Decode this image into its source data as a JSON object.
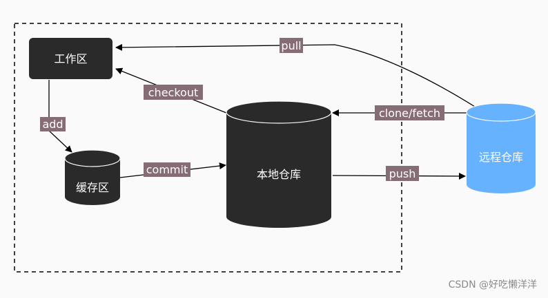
{
  "nodes": {
    "workspace": "工作区",
    "staging": "缓存区",
    "local_repo": "本地仓库",
    "remote_repo": "远程仓库"
  },
  "edges": {
    "add": "add",
    "commit": "commit",
    "checkout": "checkout",
    "pull": "pull",
    "clone_fetch": "clone/fetch",
    "push": "push"
  },
  "watermark": "CSDN @好吃懒洋洋",
  "colors": {
    "node_dark": "#2a2a2a",
    "remote_blue": "#66b2ff",
    "remote_blue_top": "#8cc6ff",
    "label_bg": "#866c74",
    "border": "#000000"
  }
}
